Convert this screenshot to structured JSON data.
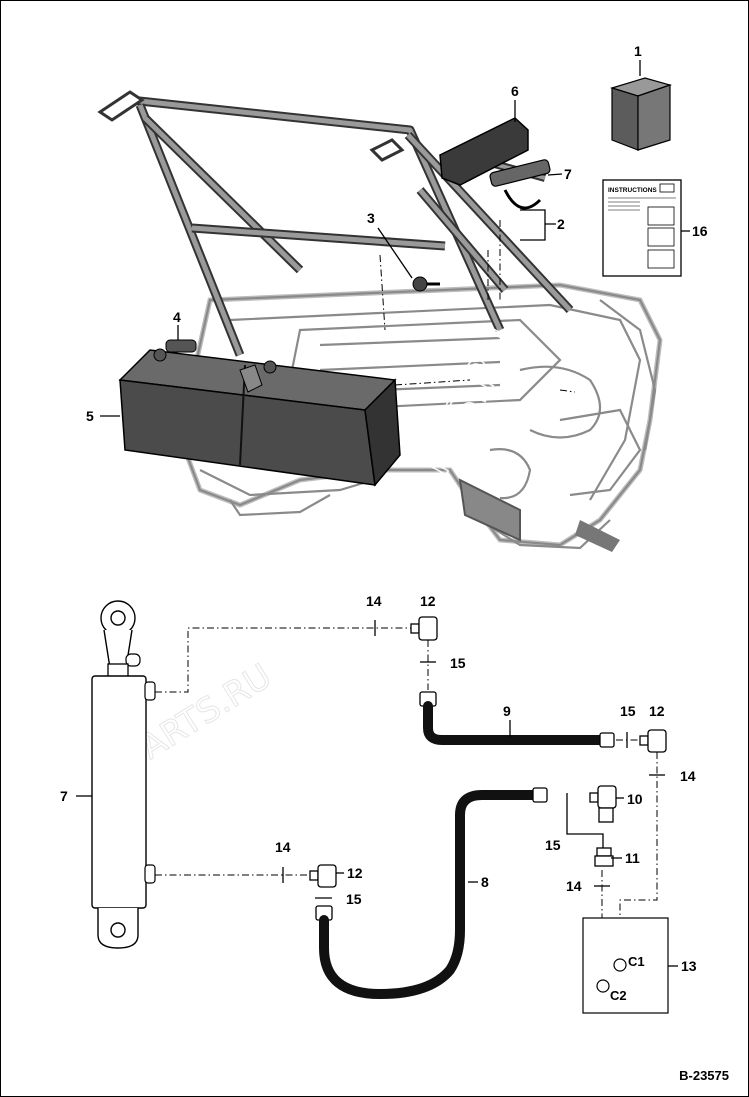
{
  "figure_number": "B-23575",
  "instructions_label": "INSTRUCTIONS",
  "watermark": "ARTS.RU",
  "callouts": {
    "c1": "1",
    "c2": "2",
    "c3": "3",
    "c4": "4",
    "c5": "5",
    "c6": "6",
    "c7_top": "7",
    "c16": "16",
    "c7_cyl": "7",
    "c8": "8",
    "c9": "9",
    "c10": "10",
    "c11": "11",
    "c12_a": "12",
    "c12_b": "12",
    "c12_c": "12",
    "c13": "13",
    "c14_a": "14",
    "c14_b": "14",
    "c14_c": "14",
    "c14_d": "14",
    "c15_a": "15",
    "c15_b": "15",
    "c15_c": "15",
    "c15_d": "15"
  },
  "ports": {
    "c1": "C1",
    "c2": "C2"
  }
}
